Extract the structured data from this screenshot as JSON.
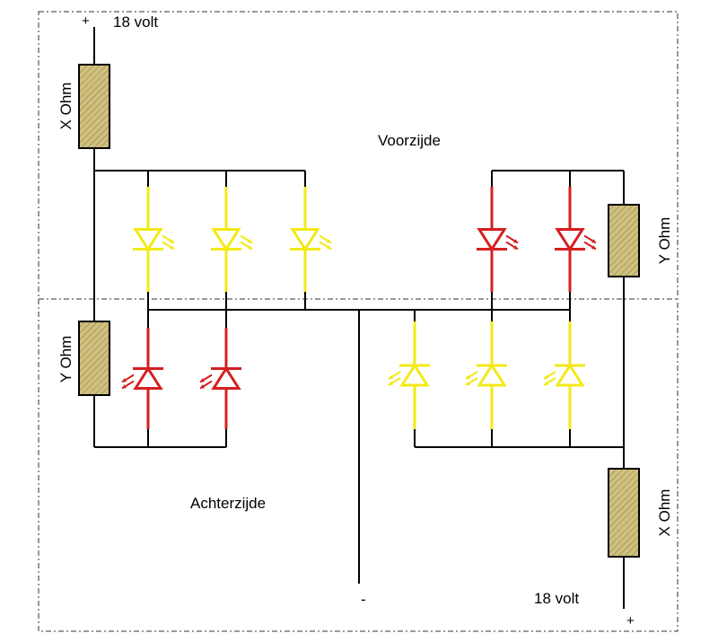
{
  "labels": {
    "voltage_top": "18 volt",
    "voltage_bottom": "18 volt",
    "plus_top": "+",
    "plus_bottom": "+",
    "minus": "-",
    "front_side": "Voorzijde",
    "rear_side": "Achterzijde"
  },
  "resistors": [
    {
      "id": "r-top-left",
      "label": "X Ohm"
    },
    {
      "id": "r-right-upper",
      "label": "Y Ohm"
    },
    {
      "id": "r-left-lower",
      "label": "Y Ohm"
    },
    {
      "id": "r-bottom-right",
      "label": "X Ohm"
    }
  ],
  "colors": {
    "led_yellow": "#f2ea14",
    "led_red": "#d51f1f",
    "resistor_fill": "#d2c48a",
    "wire": "#000000"
  },
  "leds": {
    "front_yellow_count": 3,
    "front_red_count": 2,
    "rear_red_count": 2,
    "rear_yellow_count": 3
  }
}
